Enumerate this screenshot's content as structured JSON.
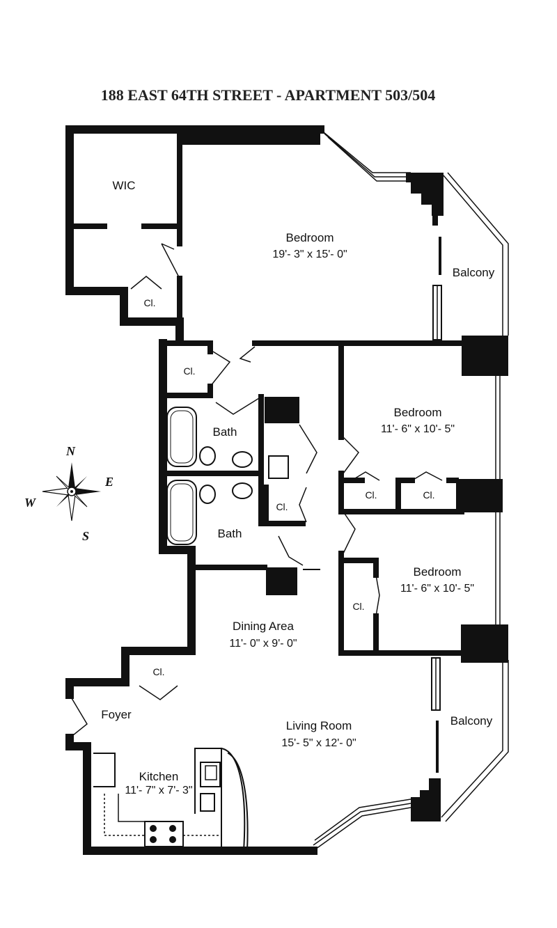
{
  "title": "188 EAST 64TH STREET - APARTMENT 503/504",
  "compass": {
    "n": "N",
    "e": "E",
    "s": "S",
    "w": "W"
  },
  "rooms": {
    "wic": "WIC",
    "master_bedroom": {
      "name": "Bedroom",
      "size": "19'- 3\" x 15'- 0\""
    },
    "balcony_top": "Balcony",
    "bedroom_2": {
      "name": "Bedroom",
      "size": "11'- 6\" x 10'- 5\""
    },
    "bedroom_3": {
      "name": "Bedroom",
      "size": "11'- 6\" x 10'- 5\""
    },
    "bath_1": "Bath",
    "bath_2": "Bath",
    "dining": {
      "name": "Dining Area",
      "size": "11'- 0\" x 9'- 0\""
    },
    "living": {
      "name": "Living Room",
      "size": "15'- 5\" x 12'- 0\""
    },
    "balcony_bottom": "Balcony",
    "foyer": "Foyer",
    "kitchen": {
      "name": "Kitchen",
      "size": "11'- 7\" x 7'- 3\""
    }
  },
  "closet_label": "Cl."
}
